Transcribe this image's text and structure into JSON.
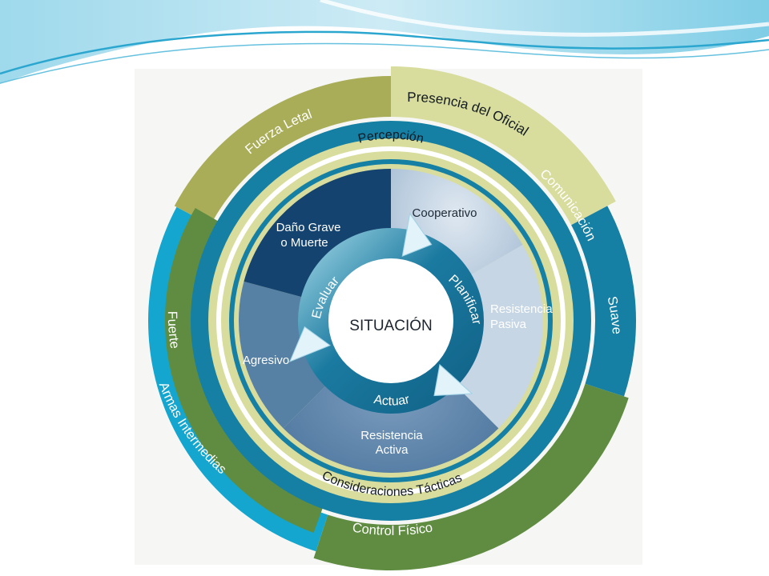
{
  "diagram": {
    "center": "SITUACIÓN",
    "cycle": [
      "Evaluar",
      "Planificar",
      "Actuar"
    ],
    "ring_top": "Percepción",
    "ring_bottom": "Consideraciones Tácticas",
    "sectors": {
      "top_right": "Cooperativo",
      "right": [
        "Resistencia",
        "Pasiva"
      ],
      "bottom": [
        "Resistencia",
        "Activa"
      ],
      "left": "Agresivo",
      "top_left": [
        "Daño Grave",
        "o Muerte"
      ]
    },
    "outer": {
      "lethal": "Fuerza Letal",
      "presence": "Presencia del Oficial",
      "communication": "Comunicación",
      "soft": "Suave",
      "hard": "Fuerte",
      "intermediate": "Armas Intermedias",
      "physical": "Control Físico"
    }
  },
  "colors": {
    "olive": "#a9ad58",
    "pale_olive": "#d8dc9c",
    "teal_dark": "#1580a4",
    "cyan": "#14a6cf",
    "green": "#5f8c40",
    "navy": "#15436f",
    "steel": "#5680a4",
    "pale_blue": "#c6d6e5"
  }
}
